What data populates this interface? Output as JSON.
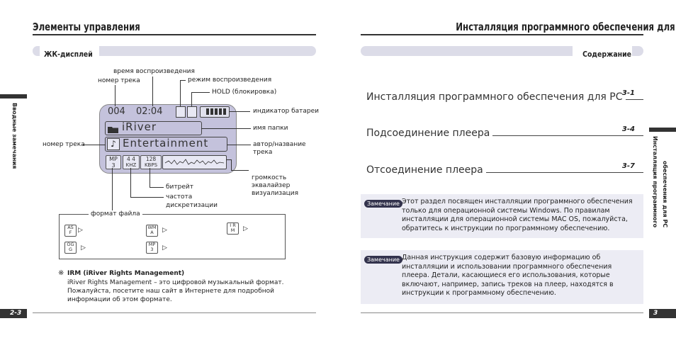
{
  "left": {
    "title": "Элементы управления",
    "section": "ЖК-дисплей",
    "side_tab": "Вводные замечания",
    "page_num": "2-3",
    "lcd": {
      "track": "004",
      "time": "02:04",
      "folder": "iRiver",
      "song": "Entertainment",
      "fmt": [
        "MP",
        "3"
      ],
      "freq": [
        "4 4",
        "KHZ"
      ],
      "bitrate": [
        "128",
        "KBPS"
      ]
    },
    "labels": {
      "play_time": "время воспроизведения",
      "track_num_top": "номер трека",
      "play_mode": "режим воспроизведения",
      "hold": "HOLD (блокировка)",
      "battery": "индикатор батареи",
      "folder_name": "имя папки",
      "artist_1": "автор/название",
      "artist_2": "трека",
      "track_num_left": "номер трека",
      "volume": "громкость",
      "eq": "эквалайзер",
      "vis": "визуализация",
      "bitrate": "битрейт",
      "freq_1": "частота",
      "freq_2": "дискретизации"
    },
    "formats": {
      "title": "формат файла",
      "items": [
        {
          "t": "AS",
          "b": "F"
        },
        {
          "t": "WM",
          "b": "A"
        },
        {
          "t": "I R",
          "b": "M"
        },
        {
          "t": "OG",
          "b": "G"
        },
        {
          "t": "MP",
          "b": "3"
        }
      ]
    },
    "irm": {
      "mark": "※",
      "title": "IRM (iRiver Rights Management)",
      "lines": [
        "iRiver Rights Management – это цифровой музыкальный формат.",
        "Пожалуйста, посетите наш сайт в Интернете для подробной",
        "информации об этом формате."
      ]
    }
  },
  "right": {
    "title": "Инсталляция программного обеспечения для PC",
    "section": "Содержание",
    "side_tab_1": "Инсталляция программного",
    "side_tab_2": "обеспечения для PC",
    "page_num": "3",
    "toc": [
      {
        "title": "Инсталляция программного обеспечения для PC",
        "page": "3-1"
      },
      {
        "title": "Подсоединение плеера",
        "page": "3-4"
      },
      {
        "title": "Отсоединение плеера",
        "page": "3-7"
      }
    ],
    "notes": [
      {
        "badge": "Замечание",
        "lines": [
          "Этот раздел посвящен инсталляции программного обеспечения",
          "только для операционной системы Windows. По правилам",
          "инсталляции для операционной системы MAC OS, пожалуйста,",
          "обратитесь к инструкции по программному обеспечению."
        ]
      },
      {
        "badge": "Замечание",
        "lines": [
          "Данная инструкция содержит базовую информацию об",
          "инсталляции и использовании программного обеспечения",
          "плеера. Детали, касающиеся его использования, которые",
          "включают, например, запись треков на плеер, находятся в",
          "инструкции к программному обеспечению."
        ]
      }
    ]
  }
}
